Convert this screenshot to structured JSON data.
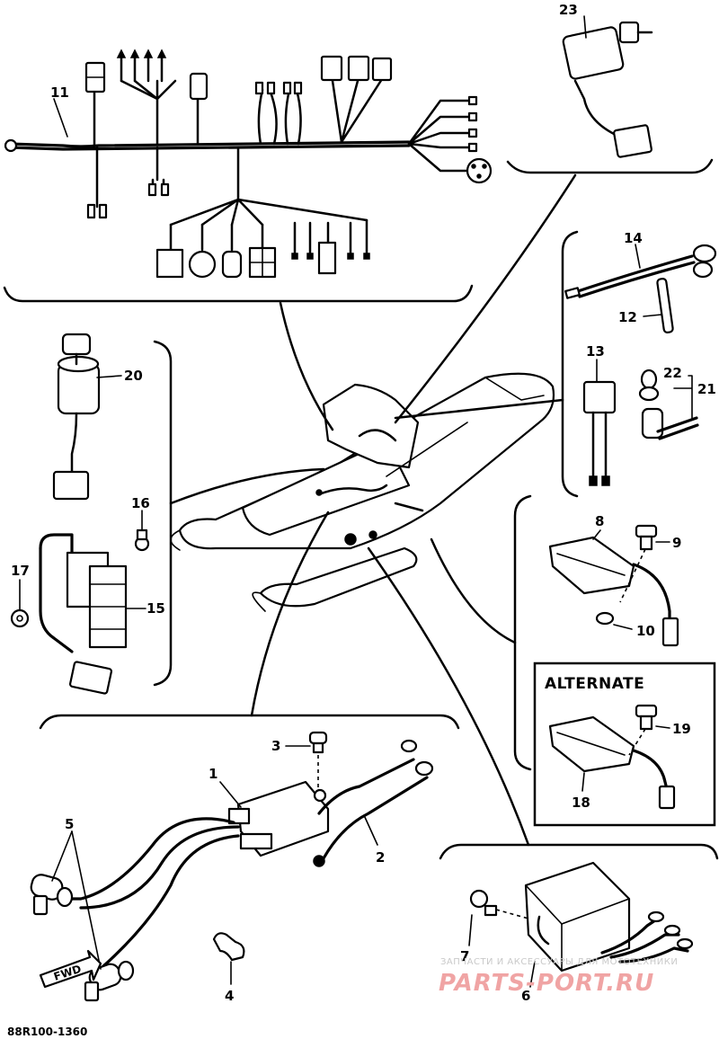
{
  "callouts": {
    "c1": "1",
    "c2": "2",
    "c3": "3",
    "c4": "4",
    "c5": "5",
    "c6": "6",
    "c7": "7",
    "c8": "8",
    "c9": "9",
    "c10": "10",
    "c11": "11",
    "c12": "12",
    "c13": "13",
    "c14": "14",
    "c15": "15",
    "c16": "16",
    "c17": "17",
    "c18": "18",
    "c19": "19",
    "c20": "20",
    "c21": "21",
    "c22": "22",
    "c23": "23"
  },
  "alternate_label": "ALTERNATE",
  "direction_label": "FWD",
  "diagram_code": "88R100-1360",
  "watermark": {
    "line1": "ЗАПЧАСТИ И АКСЕССУАРЫ ДЛЯ МОТОТЕХНИКИ",
    "line2": "PARTS-PORT.RU"
  }
}
